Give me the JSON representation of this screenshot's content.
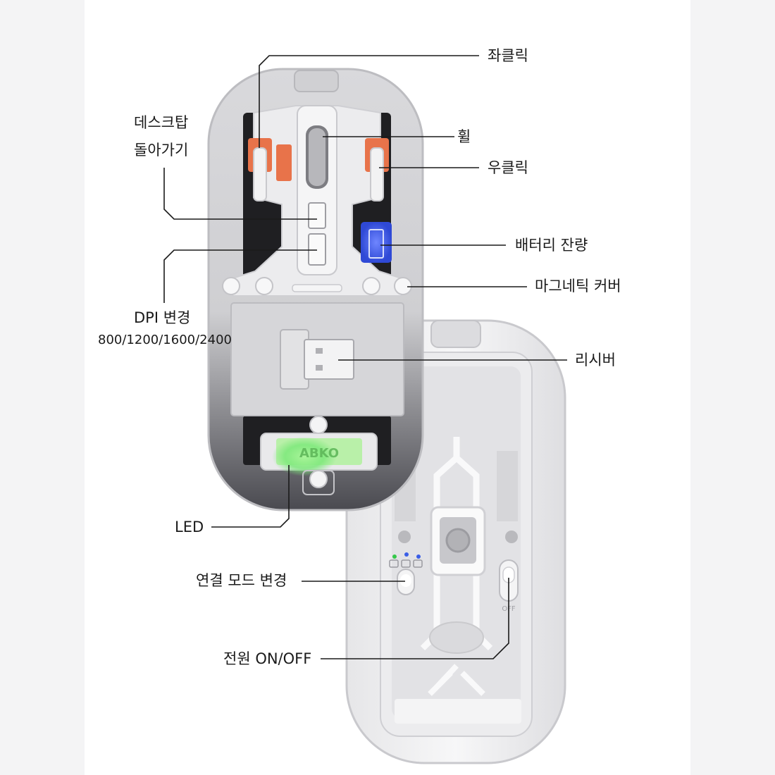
{
  "labels": {
    "left_click": "좌클릭",
    "wheel": "휠",
    "right_click": "우클릭",
    "desktop_line1": "데스크탑",
    "desktop_line2": "돌아가기",
    "battery": "배터리 잔량",
    "magnetic_cover": "마그네틱 커버",
    "dpi_title": "DPI 변경",
    "dpi_values": "800/1200/1600/2400",
    "receiver": "리시버",
    "led": "LED",
    "connection_mode": "연결 모드 변경",
    "power": "전원 ON/OFF"
  },
  "device_text": {
    "logo": "ABKO",
    "off_mark": "OFF"
  },
  "icons": {
    "battery": "battery-level-icon",
    "usb": "usb-receiver-icon"
  },
  "colors": {
    "background": "#f4f4f5",
    "panel": "#ffffff",
    "callout_line": "#1a1a1a",
    "switch_orange": "#e8734a",
    "battery_blue": "#2f49d6",
    "led_green": "#7ce87a"
  }
}
